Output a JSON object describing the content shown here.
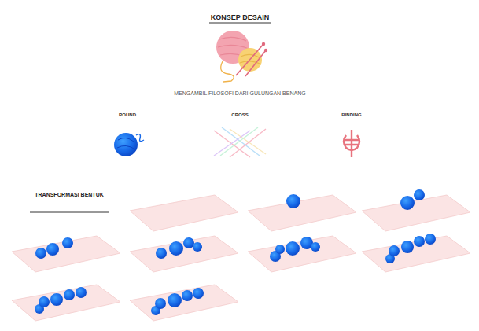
{
  "diagram": {
    "title": "KONSEP DESAIN",
    "labels": [
      "MENGAMBIL FILOSOFI DARI GULUNGAN BENANG",
      "ROUND",
      "CROSS",
      "BINDING",
      "TRANSFORMASI BENTUK"
    ]
  }
}
